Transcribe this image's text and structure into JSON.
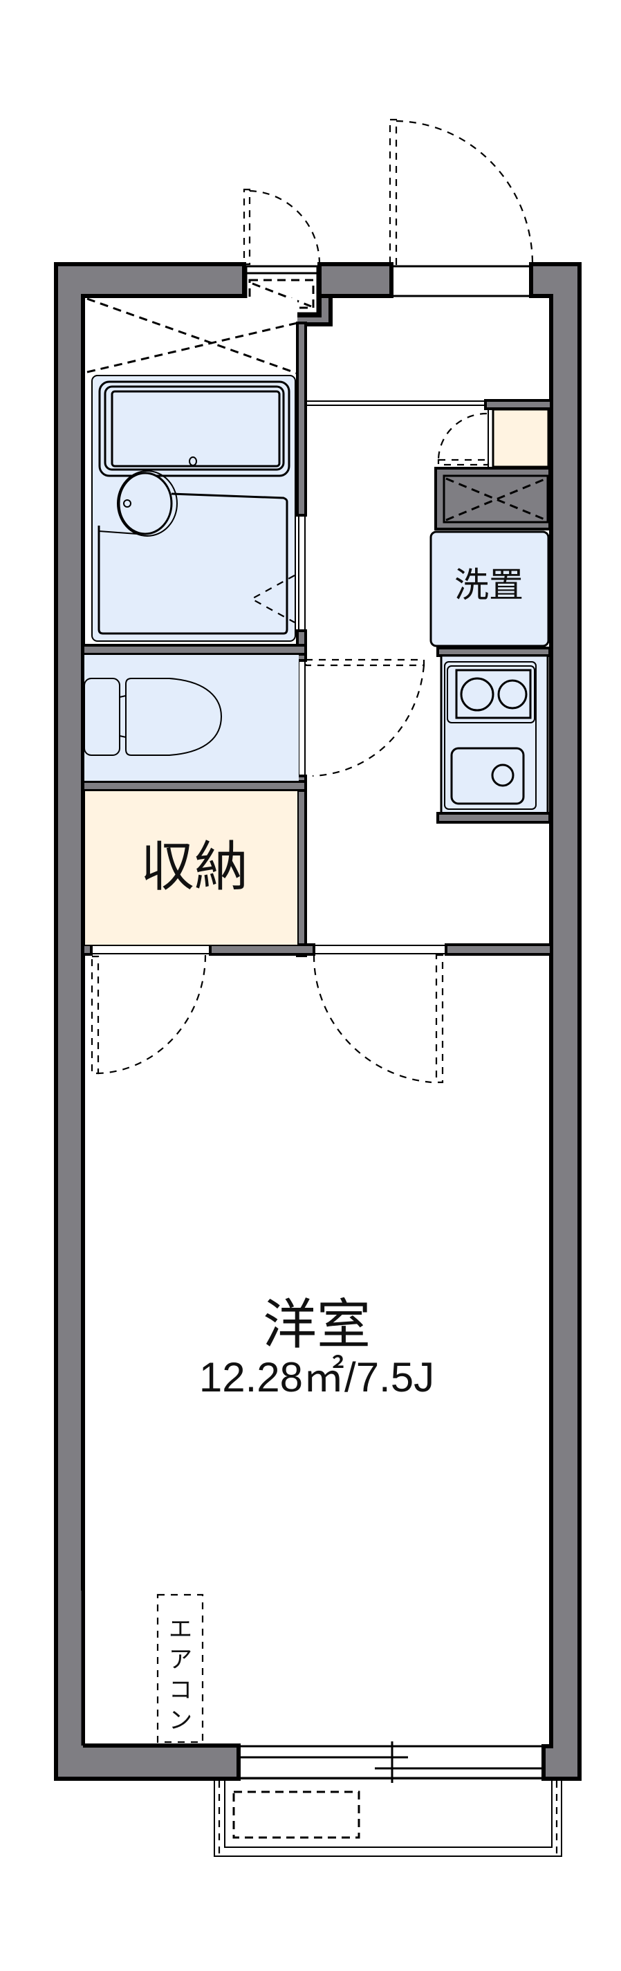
{
  "floorplan": {
    "rooms": {
      "western_room": {
        "name": "洋室",
        "area": "12.28㎡/7.5J"
      },
      "storage": {
        "name": "収納"
      },
      "washer_space": {
        "name": "洗置"
      },
      "air_conditioner": {
        "chars": [
          "エ",
          "ア",
          "コ",
          "ン"
        ]
      }
    },
    "colors": {
      "wall": "#7f7e83",
      "wet_area": "#e3edfb",
      "storage": "#fff3e1",
      "line": "#000000",
      "background": "#ffffff"
    }
  }
}
